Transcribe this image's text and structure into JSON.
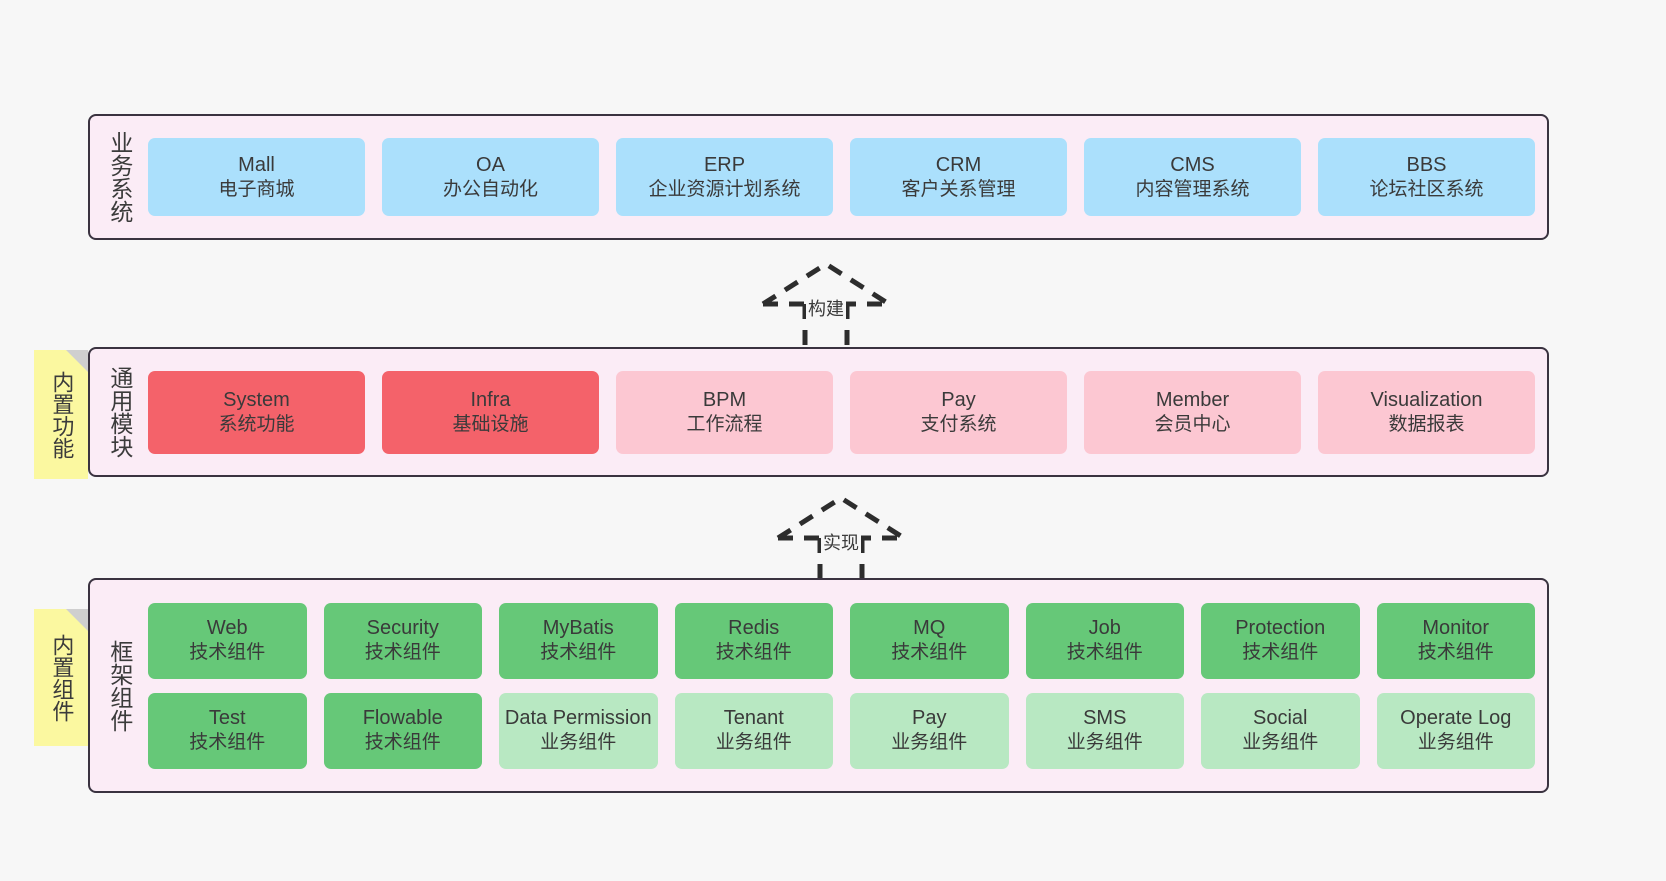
{
  "layers": [
    {
      "id": "business-system",
      "title": "业务系统",
      "rows": [
        {
          "nodes": [
            {
              "title": "Mall",
              "sub": "电子商城",
              "color": "#abe0fc"
            },
            {
              "title": "OA",
              "sub": "办公自动化",
              "color": "#abe0fc"
            },
            {
              "title": "ERP",
              "sub": "企业资源计划系统",
              "color": "#abe0fc"
            },
            {
              "title": "CRM",
              "sub": "客户关系管理",
              "color": "#abe0fc"
            },
            {
              "title": "CMS",
              "sub": "内容管理系统",
              "color": "#abe0fc"
            },
            {
              "title": "BBS",
              "sub": "论坛社区系统",
              "color": "#abe0fc"
            }
          ]
        }
      ]
    },
    {
      "id": "common-module",
      "title": "通用模块",
      "note": "内置功能",
      "rows": [
        {
          "nodes": [
            {
              "title": "System",
              "sub": "系统功能",
              "color": "#f4626a"
            },
            {
              "title": "Infra",
              "sub": "基础设施",
              "color": "#f4626a"
            },
            {
              "title": "BPM",
              "sub": "工作流程",
              "color": "#fcc7d2"
            },
            {
              "title": "Pay",
              "sub": "支付系统",
              "color": "#fcc7d2"
            },
            {
              "title": "Member",
              "sub": "会员中心",
              "color": "#fcc7d2"
            },
            {
              "title": "Visualization",
              "sub": "数据报表",
              "color": "#fcc7d2"
            }
          ]
        }
      ]
    },
    {
      "id": "framework-component",
      "title": "框架组件",
      "note": "内置组件",
      "rows": [
        {
          "nodes": [
            {
              "title": "Web",
              "sub": "技术组件",
              "color": "#66c878"
            },
            {
              "title": "Security",
              "sub": "技术组件",
              "color": "#66c878"
            },
            {
              "title": "MyBatis",
              "sub": "技术组件",
              "color": "#66c878"
            },
            {
              "title": "Redis",
              "sub": "技术组件",
              "color": "#66c878"
            },
            {
              "title": "MQ",
              "sub": "技术组件",
              "color": "#66c878"
            },
            {
              "title": "Job",
              "sub": "技术组件",
              "color": "#66c878"
            },
            {
              "title": "Protection",
              "sub": "技术组件",
              "color": "#66c878"
            },
            {
              "title": "Monitor",
              "sub": "技术组件",
              "color": "#66c878"
            }
          ]
        },
        {
          "nodes": [
            {
              "title": "Test",
              "sub": "技术组件",
              "color": "#66c878"
            },
            {
              "title": "Flowable",
              "sub": "技术组件",
              "color": "#66c878"
            },
            {
              "title": "Data Permission",
              "sub": "业务组件",
              "color": "#b8e8c2"
            },
            {
              "title": "Tenant",
              "sub": "业务组件",
              "color": "#b8e8c2"
            },
            {
              "title": "Pay",
              "sub": "业务组件",
              "color": "#b8e8c2"
            },
            {
              "title": "SMS",
              "sub": "业务组件",
              "color": "#b8e8c2"
            },
            {
              "title": "Social",
              "sub": "业务组件",
              "color": "#b8e8c2"
            },
            {
              "title": "Operate Log",
              "sub": "业务组件",
              "color": "#b8e8c2"
            }
          ]
        }
      ]
    }
  ],
  "connectors": [
    {
      "id": "build",
      "label": "构建"
    },
    {
      "id": "implement",
      "label": "实现"
    }
  ],
  "colors": {
    "layer_background": "#fbecf6",
    "layer_border": "#3a3340",
    "note_background": "#fbf8a0",
    "note_fold": "#cfcfcf",
    "canvas_background": "#f7f7f7",
    "blue": "#abe0fc",
    "red": "#f4626a",
    "pink": "#fcc7d2",
    "green": "#66c878",
    "light_green": "#b8e8c2"
  }
}
